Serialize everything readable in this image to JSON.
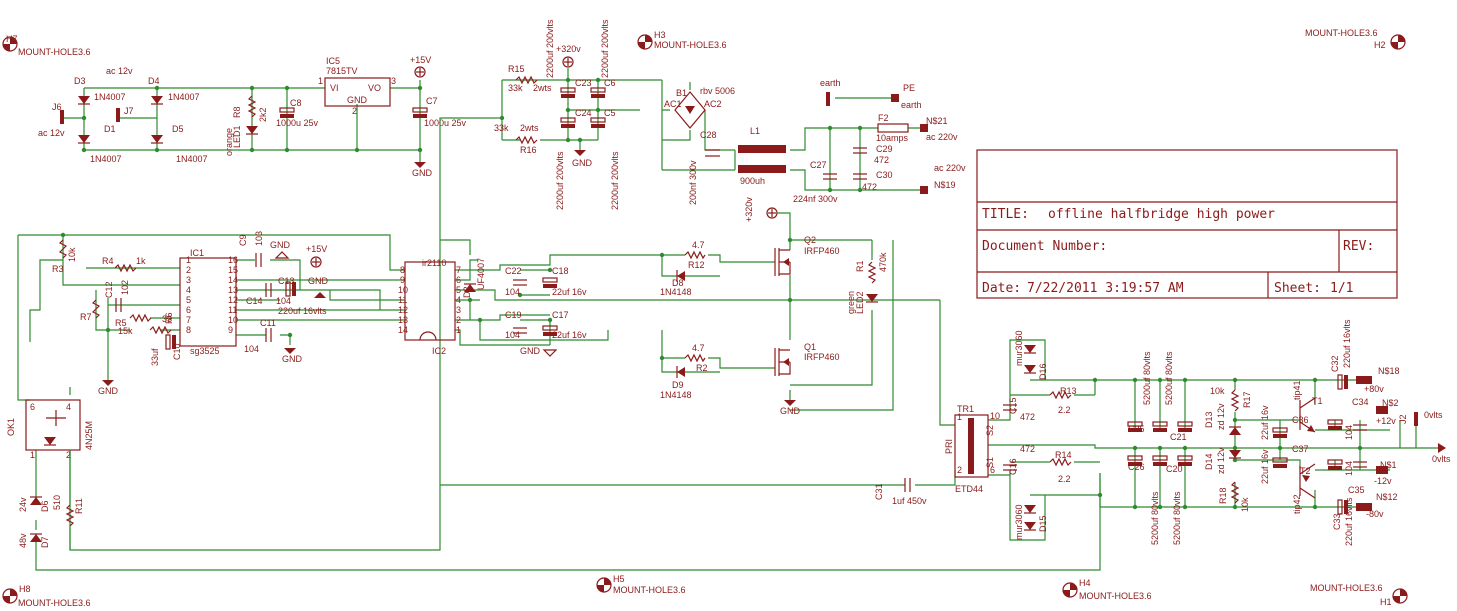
{
  "title_block": {
    "title_label": "TITLE:",
    "title_value": "offline halfbridge high power",
    "doc_label": "Document Number:",
    "rev_label": "REV:",
    "date_label": "Date:",
    "date_value": "7/22/2011 3:19:57 AM",
    "sheet_label": "Sheet:",
    "sheet_value": "1/1"
  },
  "mount_holes": [
    {
      "ref": "H7",
      "value": "MOUNT-HOLE3.6"
    },
    {
      "ref": "H3",
      "value": "MOUNT-HOLE3.6"
    },
    {
      "ref": "H2",
      "value": "MOUNT-HOLE3.6"
    },
    {
      "ref": "H8",
      "value": "MOUNT-HOLE3.6"
    },
    {
      "ref": "H5",
      "value": "MOUNT-HOLE3.6"
    },
    {
      "ref": "H4",
      "value": "MOUNT-HOLE3.6"
    },
    {
      "ref": "H1",
      "value": "MOUNT-HOLE3.6"
    }
  ],
  "labels": {
    "ac12_top": "ac 12v",
    "ac12_left": "ac 12v",
    "j6": "J6",
    "j7": "J7",
    "d3": "D3",
    "d4": "D4",
    "d1": "D1",
    "d5": "D5",
    "d3v": "1N4007",
    "d4v": "1N4007",
    "d1v": "1N4007",
    "d5v": "1N4007",
    "r8": "R8",
    "r8v": "2k2",
    "led1": "LED1",
    "led1c": "orange",
    "c8": "C8",
    "c8v": "1000u 25v",
    "ic5": "IC5",
    "ic5v": "7815TV",
    "vi": "VI",
    "vo": "VO",
    "gndpin": "GND",
    "p1": "1",
    "p2": "2",
    "p3": "3",
    "c7": "C7",
    "c7v": "1000u 25v",
    "p15a": "+15V",
    "gnda": "GND",
    "r15": "R15",
    "r15v": "33k",
    "r15w": "2wts",
    "r16": "R16",
    "r16v": "33k",
    "r16w": "2wts",
    "p320a": "+320v",
    "c23": "C23",
    "c6": "C6",
    "c24": "C24",
    "c5": "C5",
    "cap2200a": "2200uf 200vlts",
    "cap2200b": "2200uf 200vlts",
    "cap2200c": "2200uf 200vlts",
    "cap2200d": "2200uf 200vlts",
    "gndb": "GND",
    "b1": "B1",
    "b1v": "rbv 5006",
    "ac1": "AC1",
    "ac2": "AC2",
    "c28": "C28",
    "c28v": "200nf 300v",
    "l1": "L1",
    "l1v": "900uh",
    "earth": "earth",
    "pe": "PE",
    "earth2": "earth",
    "f2": "F2",
    "f2v": "10amps",
    "n21": "N$21",
    "ac220a": "ac 220v",
    "c29": "C29",
    "c29v": "472",
    "c27": "C27",
    "c27v": "224nf 300v",
    "c30": "C30",
    "c30v": "472",
    "ac220b": "ac 220v",
    "n19": "N$19",
    "r3": "R3",
    "r3v": "10k",
    "r4": "R4",
    "r4v": "1k",
    "ic1": "IC1",
    "ic1v": "sg3525",
    "c9": "C9",
    "c9v": "103",
    "gndc": "GND",
    "p15b": "+15V",
    "c12": "C12",
    "c12v": "102",
    "r7": "R7",
    "r5": "R5",
    "r5v": "15k",
    "r6": "R6",
    "r6v": "33",
    "c10": "C10",
    "c10v": "33uf",
    "c13": "C13",
    "c13v": "104",
    "c14": "C14",
    "c14v": "220uf 16vlts",
    "c11": "C11",
    "c11v": "104",
    "gndd": "GND",
    "gnde": "GND",
    "gndf": "GND",
    "ic2": "IC2",
    "ir2110": "ir2110",
    "d2": "D2",
    "d2v": "UF4007",
    "c22": "C22",
    "c22v": "104",
    "c18": "C18",
    "c18v": "22uf 16v",
    "c19": "C19",
    "c19v": "104",
    "c17": "C17",
    "c17v": "22uf 16v",
    "gndg": "GND",
    "r12": "R12",
    "r12v": "4.7",
    "d8": "D8",
    "d8v": "1N4148",
    "r2": "R2",
    "r2v": "4.7",
    "d9": "D9",
    "d9v": "1N4148",
    "q2": "Q2",
    "q2v": "IRFP460",
    "q1": "Q1",
    "q1v": "IRFP460",
    "p320b": "+320v",
    "r1": "R1",
    "r1v": "470k",
    "led2": "LED2",
    "led2c": "green",
    "gndh": "GND",
    "ok1": "OK1",
    "ok1v": "4N25M",
    "d6": "D6",
    "d6v": "24v",
    "d7": "D7",
    "d7v": "48v",
    "r11": "R11",
    "r11v": "510",
    "tr1": "TR1",
    "tr1v": "ETD44",
    "pri": "PRI",
    "s2": "S2",
    "s1": "S1",
    "c31": "C31",
    "c31v": "1uf 450v",
    "c15": "C15",
    "c15v": "472",
    "c16": "C16",
    "c16v": "472",
    "r13": "R13",
    "r13v": "2.2",
    "r14": "R14",
    "r14v": "2.2",
    "d16": "D16",
    "d16v": "mur3060",
    "d15": "D15",
    "d15v": "mur3060",
    "c25": "C25",
    "c21": "C21",
    "c26": "C26",
    "c20": "C20",
    "c5200a": "5200uf 80vlts",
    "c5200b": "5200uf 80vlts",
    "c5200c": "5200uf 80vlts",
    "c5200d": "5200uf 80vlts",
    "d13": "D13",
    "d13v": "zd 12v",
    "d14": "D14",
    "d14v": "zd 12v",
    "r17": "R17",
    "r17v": "10k",
    "r18": "R18",
    "r18v": "10k",
    "c36": "C36",
    "c36v": "22uf 16v",
    "c37": "C37",
    "c37v": "22uf 16v",
    "t1": "T1",
    "t1v": "tip41",
    "t2": "T2",
    "t2v": "tip42",
    "c32": "C32",
    "c32v": "220uf 16vlts",
    "c33": "C33",
    "c33v": "220uf 16vlts",
    "c34": "C34",
    "c34v": "104",
    "c35": "C35",
    "c35v": "104",
    "n18": "N$18",
    "p80v": "+80v",
    "n2": "N$2",
    "p12v": "+12v",
    "j2": "J2",
    "zero1": "0vlts",
    "zero2": "0vlts",
    "n1": "N$1",
    "m12v": "-12v",
    "n12": "N$12",
    "m80v": "-80v"
  }
}
